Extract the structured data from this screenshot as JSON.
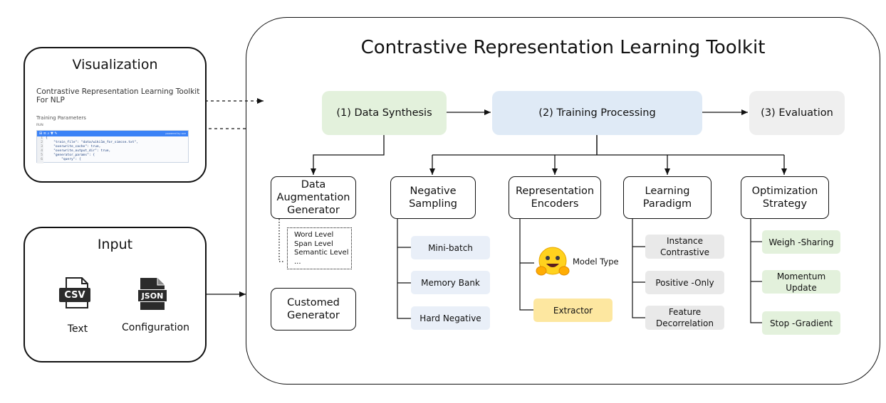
{
  "visualization": {
    "title": "Visualization",
    "page_title_line1": "Contrastive Representation Learning Toolkit",
    "page_title_line2": "For NLP",
    "section": "Training Parameters",
    "run_label": "RUN",
    "editor_badge": "powered by ace",
    "code_lines": [
      "{",
      "    \"train_file\": \"data/wiki1m_for_simcse.txt\",",
      "    \"overwrite_cache\": true,",
      "    \"overwrite_output_dir\": true,",
      "    \"generator_params\": {",
      "        \"query\": {"
    ],
    "line_numbers": [
      "1",
      "2",
      "3",
      "4",
      "5",
      "6"
    ]
  },
  "input": {
    "title": "Input",
    "csv_badge": "CSV",
    "json_badge": "JSON",
    "text_label": "Text",
    "config_label": "Configuration"
  },
  "toolkit": {
    "title": "Contrastive Representation Learning Toolkit",
    "data_synthesis": "(1) Data Synthesis",
    "training_processing": "(2) Training Processing",
    "evaluation": "(3) Evaluation",
    "data_aug": [
      "Data",
      "Augmentation",
      "Generator"
    ],
    "aug_levels": [
      "Word Level",
      "Span Level",
      "Semantic Level",
      "..."
    ],
    "customed": [
      "Customed",
      "Generator"
    ],
    "negative_sampling": [
      "Negative",
      "Sampling"
    ],
    "neg_items": [
      "Mini-batch",
      "Memory Bank",
      "Hard Negative"
    ],
    "rep_encoders": [
      "Representation",
      "Encoders"
    ],
    "model_type": "Model Type",
    "extractor": "Extractor",
    "learning_paradigm": [
      "Learning",
      "Paradigm"
    ],
    "paradigm_items": [
      [
        "Instance",
        "Contrastive"
      ],
      [
        "Positive -Only"
      ],
      [
        "Feature",
        "Decorrelation"
      ]
    ],
    "optimization": [
      "Optimization",
      "Strategy"
    ],
    "opt_items": [
      [
        "Weigh -Sharing"
      ],
      [
        "Momentum",
        "Update"
      ],
      [
        "Stop -Gradient"
      ]
    ]
  },
  "colors": {
    "data_synthesis": "#e3f1dc",
    "training_processing": "#dfeaf6",
    "evaluation": "#efefef",
    "negative_items": "#e9eff8",
    "paradigm_items": "#e9e9e9",
    "opt_items": "#e3f1dc",
    "extractor": "#fde7a0",
    "editor_bar": "#3b82f6"
  }
}
